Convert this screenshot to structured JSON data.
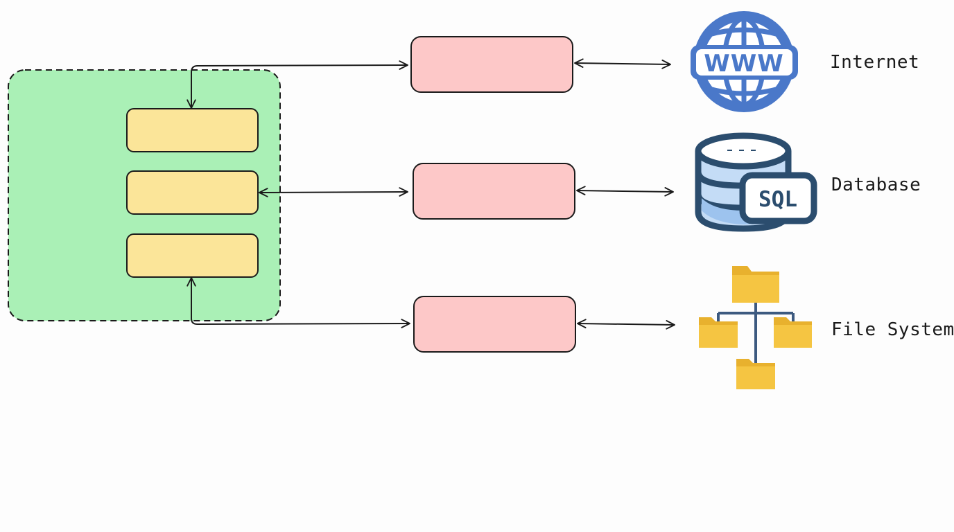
{
  "resources": {
    "internet": {
      "label": "Internet",
      "icon": "www-globe-icon"
    },
    "database": {
      "label": "Database",
      "icon": "sql-database-icon",
      "badge": "SQL"
    },
    "filesystem": {
      "label": "File System",
      "icon": "folder-tree-icon"
    }
  },
  "icons": {
    "www_text": "WWW"
  },
  "colors": {
    "background": "#fdfdfd",
    "host_container_fill": "#aaf0b6",
    "inner_block_fill": "#fbe599",
    "connector_fill": "#fdc8c8",
    "globe_blue": "#4a78c9",
    "database_navy": "#2b4d6e",
    "database_light_blue": "#c4dcf6",
    "folder_yellow": "#f5c542",
    "stroke": "#1a1a1a"
  }
}
